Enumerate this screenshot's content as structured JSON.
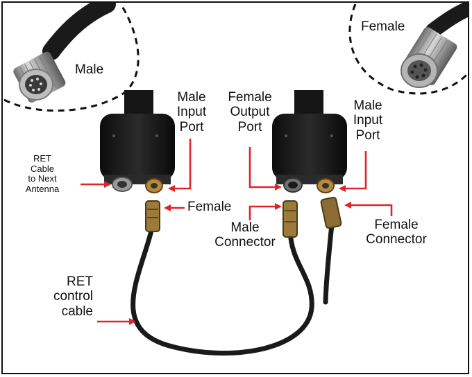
{
  "insets": {
    "male": "Male",
    "female": "Female"
  },
  "left_unit": {
    "male_input_port": [
      "Male",
      "Input",
      "Port"
    ],
    "ret_cable_next": [
      "RET",
      "Cable",
      "to Next",
      "Antenna"
    ]
  },
  "right_unit": {
    "female_output_port": [
      "Female",
      "Output",
      "Port"
    ],
    "male_input_port": [
      "Male",
      "Input",
      "Port"
    ]
  },
  "cable_labels": {
    "female": "Female",
    "male_connector": [
      "Male",
      "Connector"
    ],
    "female_connector": [
      "Female",
      "Connector"
    ],
    "ret_control_cable": [
      "RET",
      "control",
      "cable"
    ]
  },
  "colors": {
    "arrow": "#e0242a",
    "body": "#161616",
    "dashed": "#111111"
  }
}
